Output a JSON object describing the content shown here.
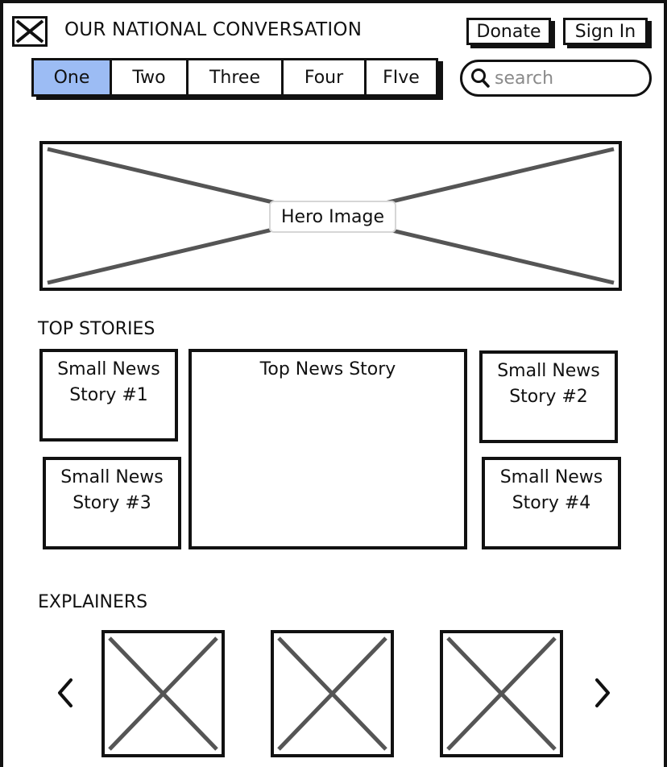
{
  "header": {
    "title": "OUR NATIONAL CONVERSATION",
    "logo_icon": "close-x-icon",
    "donate_label": "Donate",
    "signin_label": "Sign In"
  },
  "nav": {
    "tabs": [
      {
        "label": "One",
        "active": true
      },
      {
        "label": "Two",
        "active": false
      },
      {
        "label": "Three",
        "active": false
      },
      {
        "label": "Four",
        "active": false
      },
      {
        "label": "FIve",
        "active": false
      }
    ],
    "active_color": "#9cbcf4"
  },
  "search": {
    "placeholder": "search",
    "value": "",
    "icon": "search-icon"
  },
  "hero": {
    "label": "Hero Image"
  },
  "top_stories": {
    "heading": "TOP STORIES",
    "main": "Top News Story",
    "small": [
      {
        "line1": "Small News",
        "line2": "Story #1"
      },
      {
        "line1": "Small News",
        "line2": "Story #2"
      },
      {
        "line1": "Small News",
        "line2": "Story #3"
      },
      {
        "line1": "Small News",
        "line2": "Story #4"
      }
    ]
  },
  "explainers": {
    "heading": "EXPLAINERS",
    "prev_icon": "chevron-left-icon",
    "next_icon": "chevron-right-icon"
  }
}
